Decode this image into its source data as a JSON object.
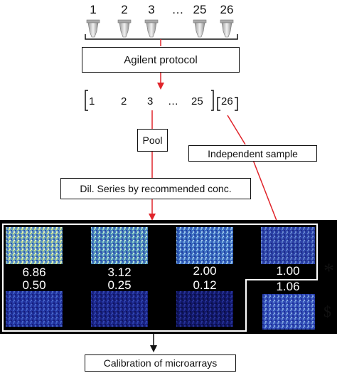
{
  "tubes": [
    "1",
    "2",
    "3",
    "…",
    "25",
    "26"
  ],
  "protocol_label": "Agilent protocol",
  "bracket_numbers": [
    "1",
    "2",
    "3",
    "…",
    "25"
  ],
  "bracket_26": "26",
  "pool_label": "Pool",
  "independent_label": "Independent sample",
  "dilution_label": "Dil. Series by recommended conc.",
  "array_values_top": [
    "6.86",
    "3.12",
    "2.00",
    "1.00"
  ],
  "array_values_bottom": [
    "0.50",
    "0.25",
    "0.12",
    "1.06"
  ],
  "asterisk": "*",
  "dollar": "$",
  "calibration_label": "Calibration of microarrays",
  "colors": {
    "arrow_red": "#e0242a",
    "black": "#111111",
    "panel": "#000000"
  }
}
